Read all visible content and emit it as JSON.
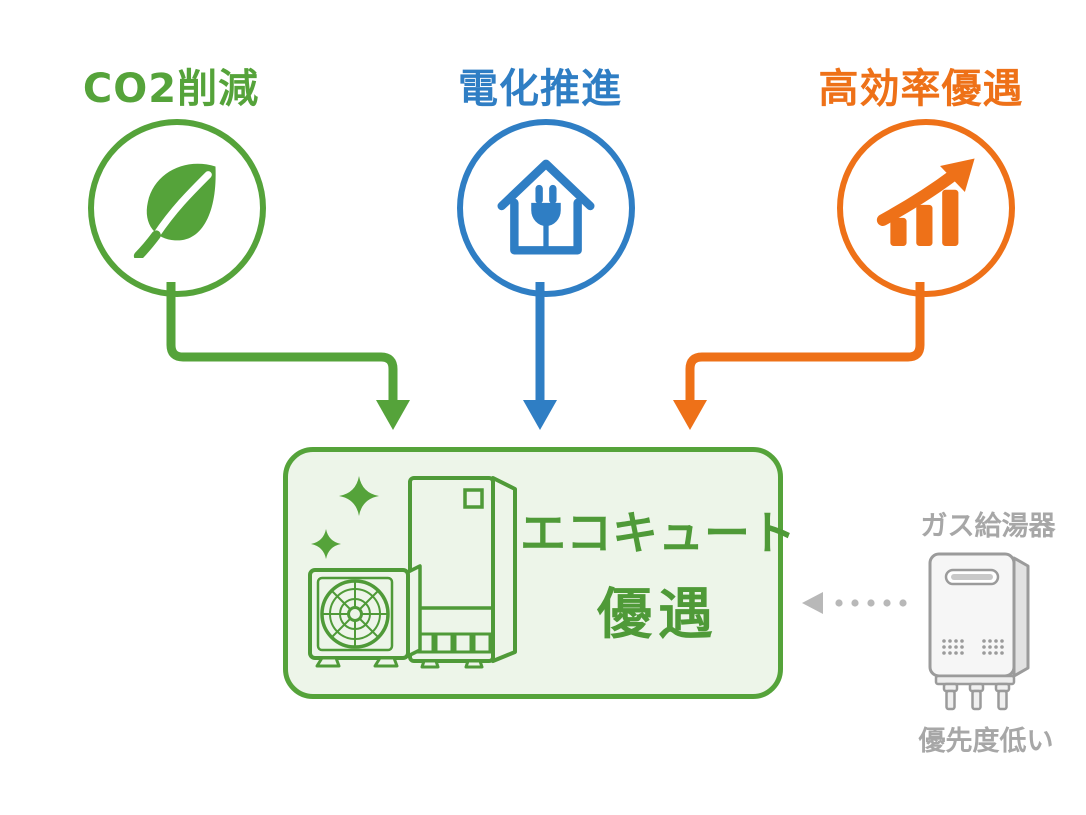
{
  "diagram": {
    "sources": [
      {
        "label": "CO2削減",
        "color": "#55a33a",
        "icon": "leaf-icon"
      },
      {
        "label": "電化推進",
        "color": "#2f7ec4",
        "icon": "house-plug-icon"
      },
      {
        "label": "高効率優遇",
        "color": "#ee7118",
        "icon": "growth-chart-icon"
      }
    ],
    "center": {
      "line1": "エコキュート",
      "line2": "優遇",
      "color": "#4f9a38",
      "background": "#edf5e9",
      "illustration": "ecocute-heat-pump-unit"
    },
    "gas": {
      "label": "ガス給湯器",
      "note": "優先度低い",
      "color": "#a7a7a7",
      "illustration": "gas-water-heater"
    }
  }
}
